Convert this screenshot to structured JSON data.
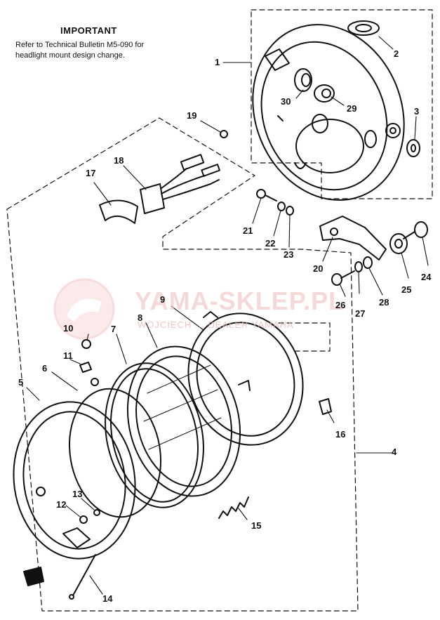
{
  "note": {
    "title": "IMPORTANT",
    "body": "Refer to Technical Bulletin M5-090 for headlight mount design change."
  },
  "watermark": {
    "name": "YAMA-SKLEP.PL",
    "subtitle": "WOJCIECH ... DEALER YAMAHA",
    "color": "#e8a0a0"
  },
  "callouts": [
    "1",
    "2",
    "3",
    "4",
    "5",
    "6",
    "7",
    "8",
    "9",
    "10",
    "11",
    "12",
    "13",
    "14",
    "15",
    "16",
    "17",
    "18",
    "19",
    "20",
    "21",
    "22",
    "23",
    "24",
    "25",
    "26",
    "27",
    "28",
    "29",
    "30"
  ],
  "colors": {
    "ink": "#111111",
    "paper": "#ffffff"
  }
}
